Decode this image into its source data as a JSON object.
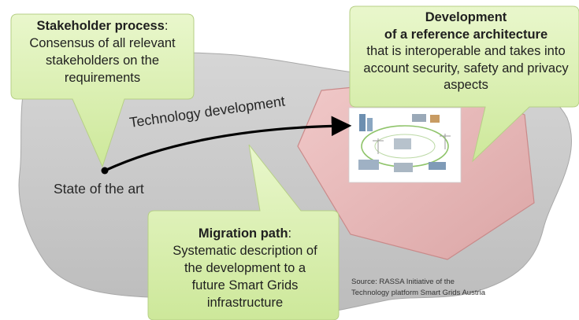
{
  "stakeholder": {
    "title": "Stakeholder process",
    "title_suffix": ":",
    "lines": [
      "Consensus of all relevant",
      "stakeholders on the",
      "requirements"
    ]
  },
  "reference": {
    "title_lines": [
      "Development",
      "of a reference architecture"
    ],
    "lines": [
      "that is interoperable and takes into",
      "account security, safety and privacy",
      "aspects"
    ]
  },
  "migration": {
    "title": "Migration path",
    "title_suffix": ":",
    "lines": [
      "Systematic description of",
      "the development to a",
      "future Smart Grids",
      "infrastructure"
    ]
  },
  "path": {
    "start_label": "State of the art",
    "arrow_label": "Technology development"
  },
  "source": {
    "lines": [
      "Source: RASSA Initiative of the",
      "Technology platform Smart Grids Austria"
    ]
  },
  "colors": {
    "cloud_fill": "#c8c8c8",
    "target_fill": "#e8b8b8",
    "callout_fill": "#d9f0a8",
    "arrow": "#000000"
  }
}
